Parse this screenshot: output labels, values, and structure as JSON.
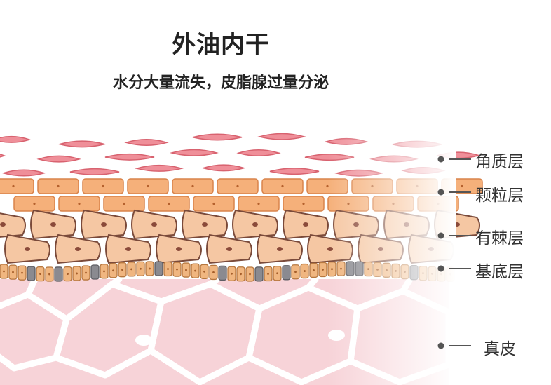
{
  "title": "外油内干",
  "subtitle": "水分大量流失，皮脂腺过量分泌",
  "layers": [
    {
      "key": "stratum_corneum",
      "label": "角质层",
      "color": "#e46b78"
    },
    {
      "key": "stratum_granulosum",
      "label": "颗粒层",
      "color": "#f3a96b"
    },
    {
      "key": "stratum_spinosum",
      "label": "有棘层",
      "color": "#f3c19a"
    },
    {
      "key": "stratum_basale",
      "label": "基底层",
      "color": "#efb37d"
    },
    {
      "key": "dermis",
      "label": "真皮",
      "color": "#f6c9cf"
    }
  ]
}
